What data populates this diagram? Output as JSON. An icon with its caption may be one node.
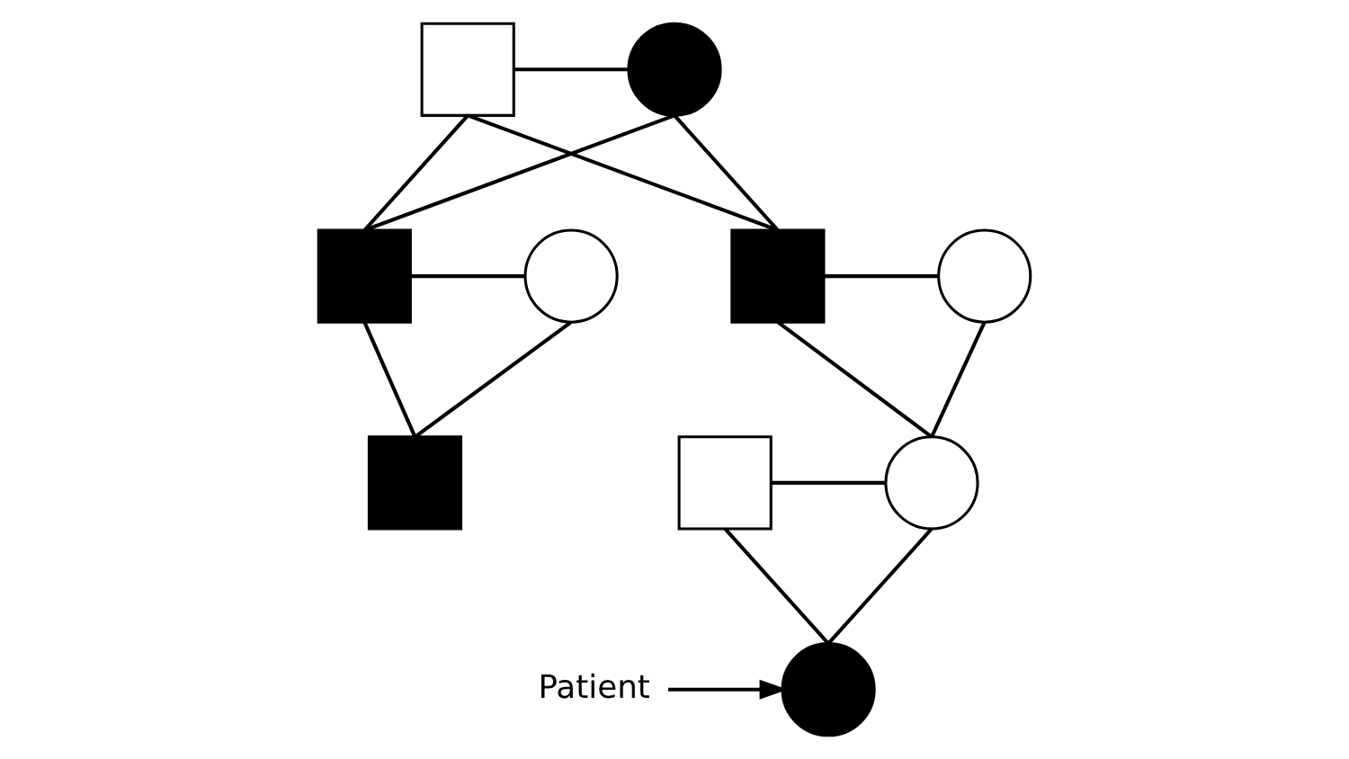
{
  "diagram": {
    "nodes": [
      {
        "text": [],
        "shape": "box"
      },
      {
        "text": [],
        "shape": "circle"
      },
      {
        "text": [],
        "shape": "box"
      },
      {
        "text": [],
        "shape": "circle"
      },
      {
        "text": [],
        "shape": "box"
      },
      {
        "text": [],
        "shape": "circle"
      },
      {
        "text": [],
        "shape": "box"
      },
      {
        "text": [],
        "shape": "box"
      },
      {
        "text": [],
        "shape": "circle"
      },
      {
        "text": [],
        "shape": "circle"
      },
      {
        "text": [
          "Patient"
        ]
      }
    ],
    "edges": [
      {
        "from": 0,
        "to": 1,
        "arrow": "none"
      },
      {
        "from": 0,
        "to": 2,
        "arrow": "none"
      },
      {
        "from": 1,
        "to": 2,
        "arrow": "none"
      },
      {
        "from": 0,
        "to": 4,
        "arrow": "none"
      },
      {
        "from": 1,
        "to": 4,
        "arrow": "none"
      },
      {
        "from": 2,
        "to": 3,
        "arrow": "none"
      },
      {
        "from": 2,
        "to": 6,
        "arrow": "none"
      },
      {
        "from": 3,
        "to": 6,
        "arrow": "none"
      },
      {
        "from": 4,
        "to": 5,
        "arrow": "none"
      },
      {
        "from": 4,
        "to": 8,
        "arrow": "none"
      },
      {
        "from": 5,
        "to": 8,
        "arrow": "none"
      },
      {
        "from": 7,
        "to": 8,
        "arrow": "none"
      },
      {
        "from": 7,
        "to": 9,
        "arrow": "none"
      },
      {
        "from": 8,
        "to": 9,
        "arrow": "none"
      },
      {
        "from": 10,
        "to": 9,
        "arrow": "to"
      }
    ]
  }
}
